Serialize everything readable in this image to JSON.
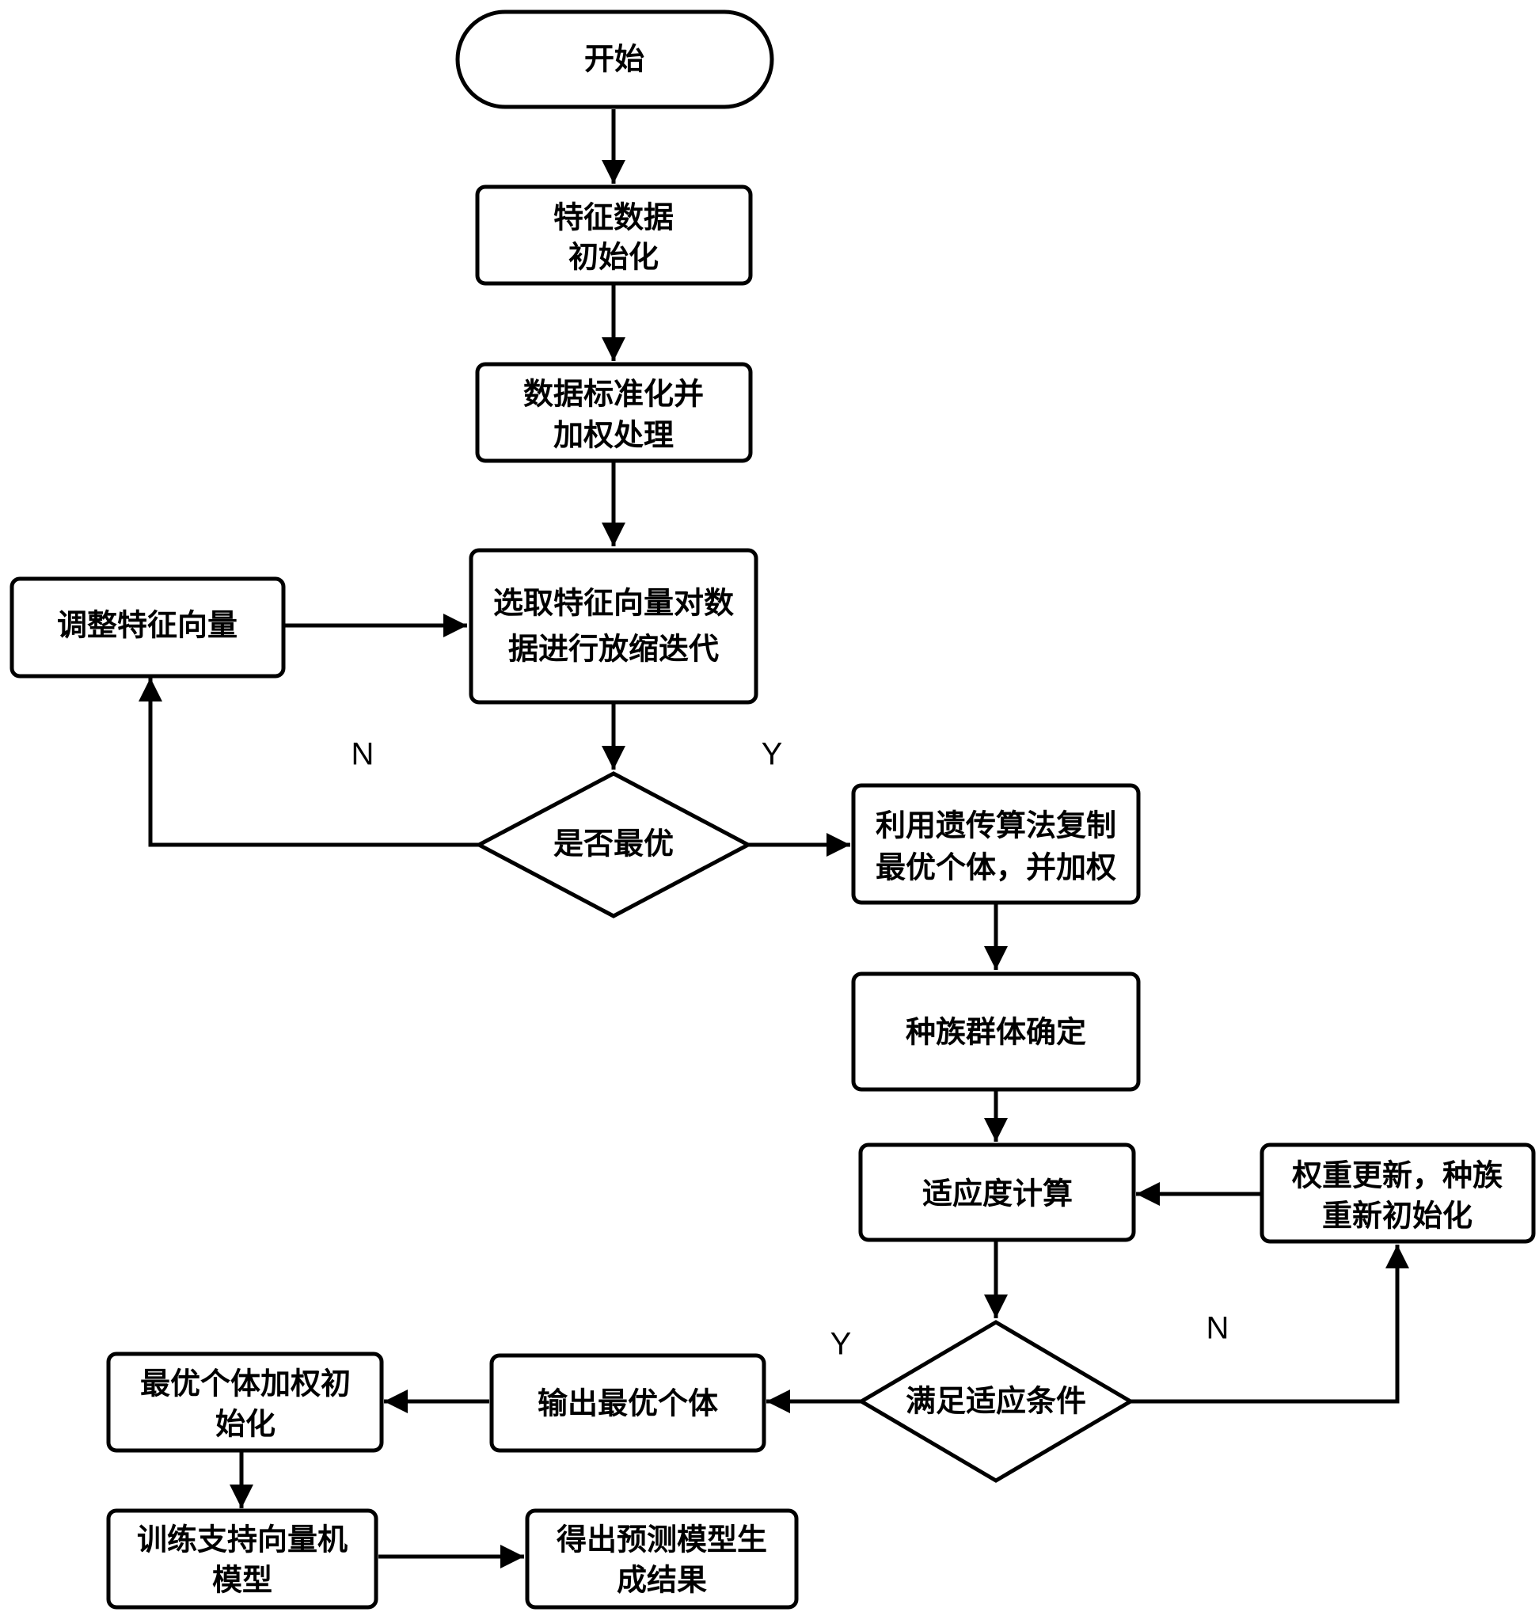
{
  "nodes": {
    "start": "开始",
    "feature_init": [
      "特征数据",
      "初始化"
    ],
    "normalize": [
      "数据标准化并",
      "加权处理"
    ],
    "select_iterate": [
      "选取特征向量对数",
      "据进行放缩迭代"
    ],
    "adjust_vector": "调整特征向量",
    "is_optimal": "是否最优",
    "ga_copy": [
      "利用遗传算法复制",
      "最优个体，并加权"
    ],
    "population": "种族群体确定",
    "fitness": "适应度计算",
    "weight_update": [
      "权重更新，种族",
      "重新初始化"
    ],
    "meets_condition": "满足适应条件",
    "output_best": "输出最优个体",
    "best_weight_init": [
      "最优个体加权初",
      "始化"
    ],
    "train_svm": [
      "训练支持向量机",
      "模型"
    ],
    "result": [
      "得出预测模型生",
      "成结果"
    ]
  },
  "edge_labels": {
    "optimal_no": "N",
    "optimal_yes": "Y",
    "condition_yes": "Y",
    "condition_no": "N"
  }
}
